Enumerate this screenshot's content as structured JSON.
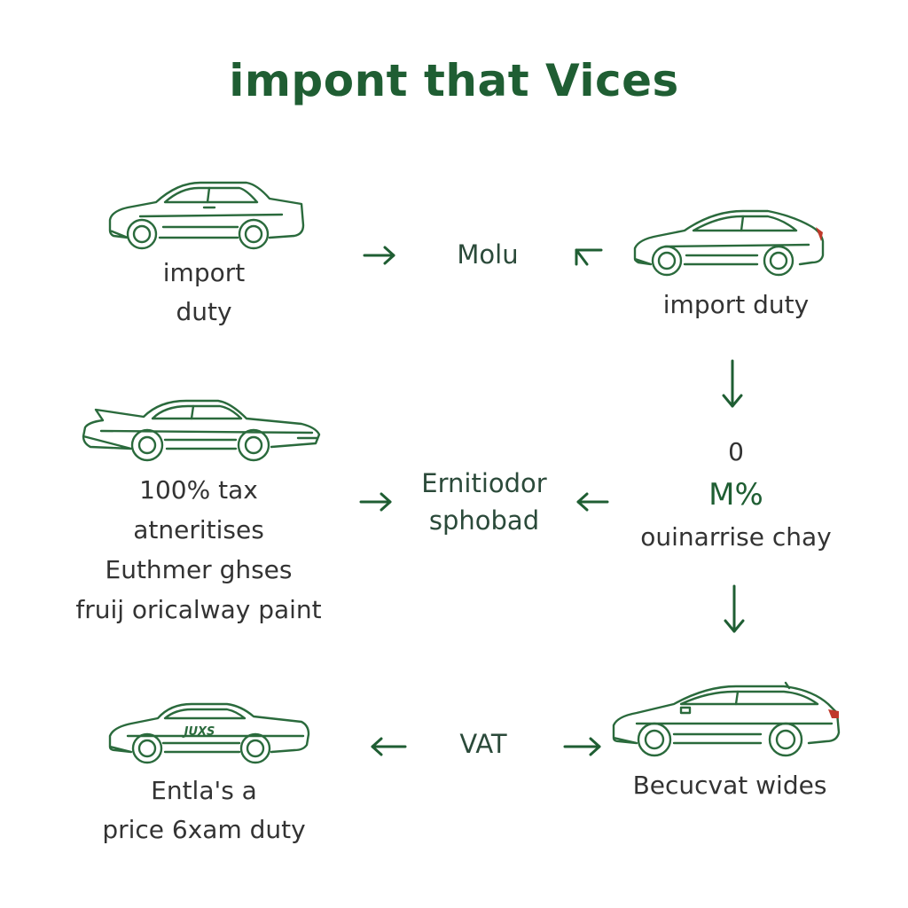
{
  "title": "impont that Vices",
  "colors": {
    "accent": "#1f5e33",
    "stroke": "#2a6a3c",
    "text": "#333333",
    "taillight": "#c0392b"
  },
  "row1": {
    "left_label": [
      "import",
      "duty"
    ],
    "center_label": "Molu",
    "right_label": "import duty"
  },
  "row2": {
    "left_label": [
      "100% tax",
      "atneritises",
      "Euthmer ghses",
      "fruij oricalway paint"
    ],
    "center_label": [
      "Ernitiodor",
      "sphobad"
    ],
    "right_label": [
      "0",
      "M%",
      "ouinarrise chay"
    ]
  },
  "row3": {
    "left_badge": "JUXS",
    "left_label": [
      "Entla's a",
      "price 6xam duty"
    ],
    "center_label": "VAT",
    "right_label": "Becucvat wides"
  },
  "icons": {
    "arrow_right": "arrow-right-icon",
    "arrow_left": "arrow-left-icon",
    "arrow_down": "arrow-down-icon",
    "arrow_diag": "arrow-up-left-icon",
    "car": "car-icon"
  }
}
